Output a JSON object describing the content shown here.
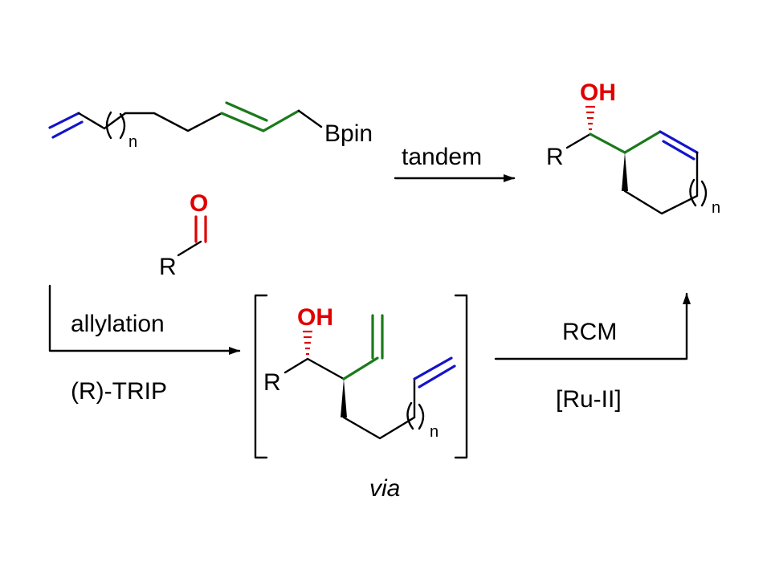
{
  "labels": {
    "bpin": "Bpin",
    "n": "n",
    "r": "R",
    "o": "O",
    "oh": "OH",
    "tandem": "tandem",
    "allylation": "allylation",
    "trip": "(R)-TRIP",
    "rcm": "RCM",
    "ru": "[Ru-II]",
    "via": "via"
  },
  "colors": {
    "alkene_allyl": "#1a7a1a",
    "alkene_terminal": "#1414c8",
    "oxygen": "#e00000",
    "bond": "#000000"
  }
}
